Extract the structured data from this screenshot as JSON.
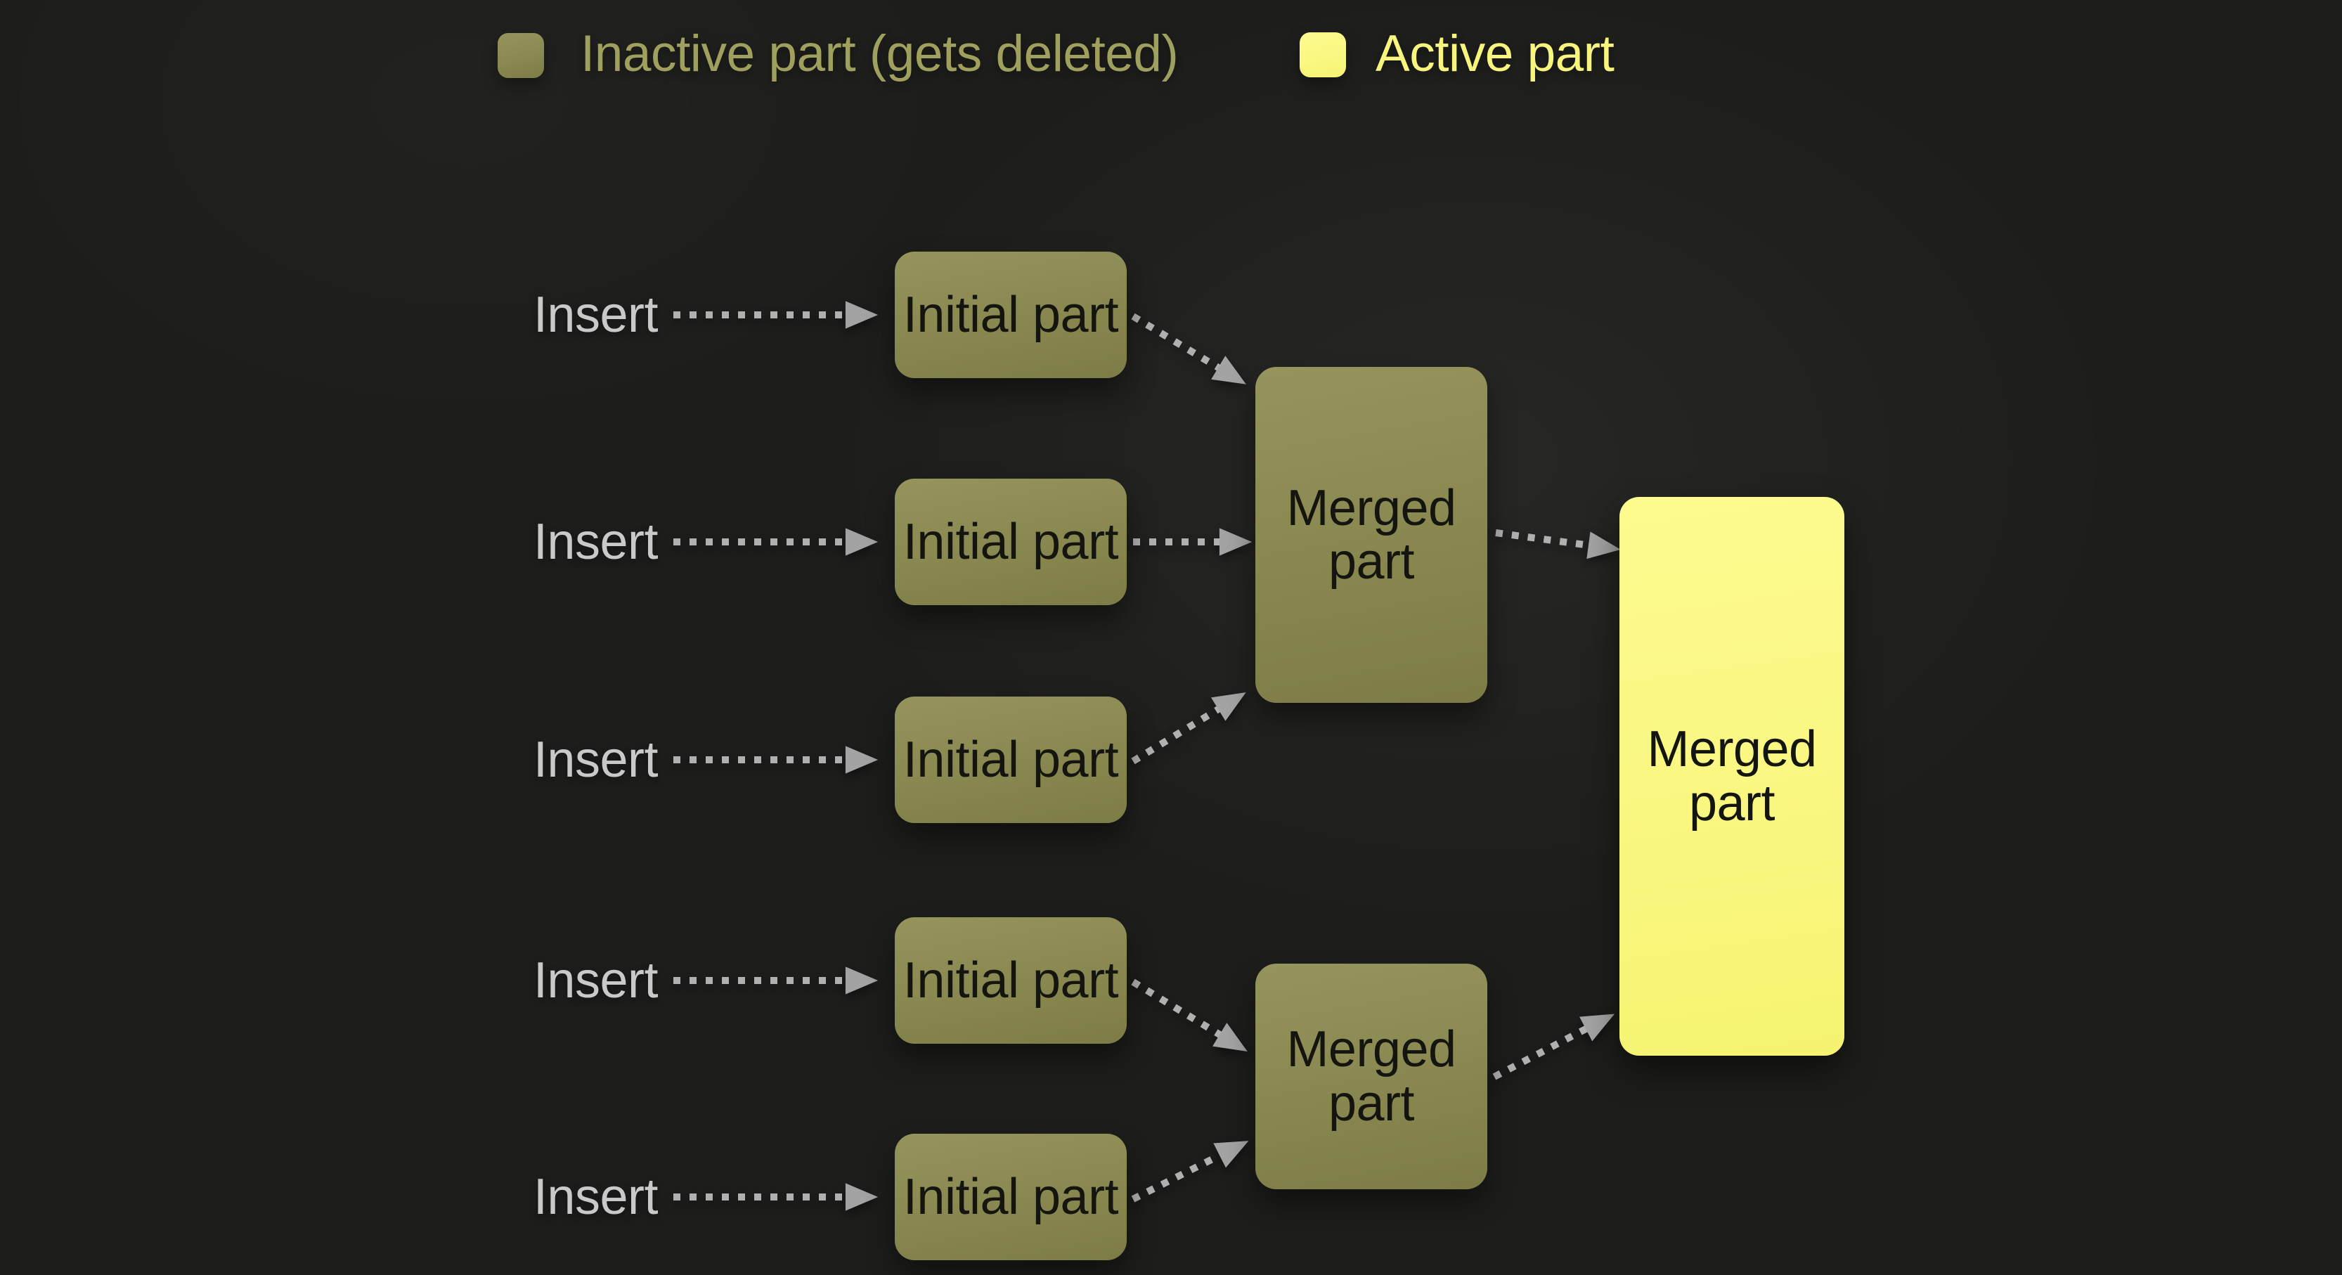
{
  "legend": {
    "items": [
      {
        "id": "inactive",
        "label": "Inactive part (gets deleted)"
      },
      {
        "id": "active",
        "label": "Active part"
      }
    ]
  },
  "rows": [
    {
      "insert_label": "Insert",
      "box_label": "Initial part"
    },
    {
      "insert_label": "Insert",
      "box_label": "Initial part"
    },
    {
      "insert_label": "Insert",
      "box_label": "Initial part"
    },
    {
      "insert_label": "Insert",
      "box_label": "Initial part"
    },
    {
      "insert_label": "Insert",
      "box_label": "Initial part"
    }
  ],
  "merged_boxes": {
    "group1_label": "Merged part",
    "group2_label": "Merged part",
    "final_label": "Merged part"
  },
  "colors": {
    "background": "#1d1d1b",
    "inactive_fill": "#8a8951",
    "inactive_fill_light": "#95945c",
    "inactive_fill_dark": "#7d7c46",
    "active_fill": "#faf782",
    "active_fill_light": "#fdfb8f",
    "active_fill_dark": "#f6f372",
    "legend_inactive_text": "#a0a05e",
    "legend_active_text": "#f8f57e",
    "insert_text": "#c9c9c9",
    "box_text": "#15150f",
    "arrow_dots": "#b0b0b0",
    "arrow_head": "#a3a3a3"
  }
}
